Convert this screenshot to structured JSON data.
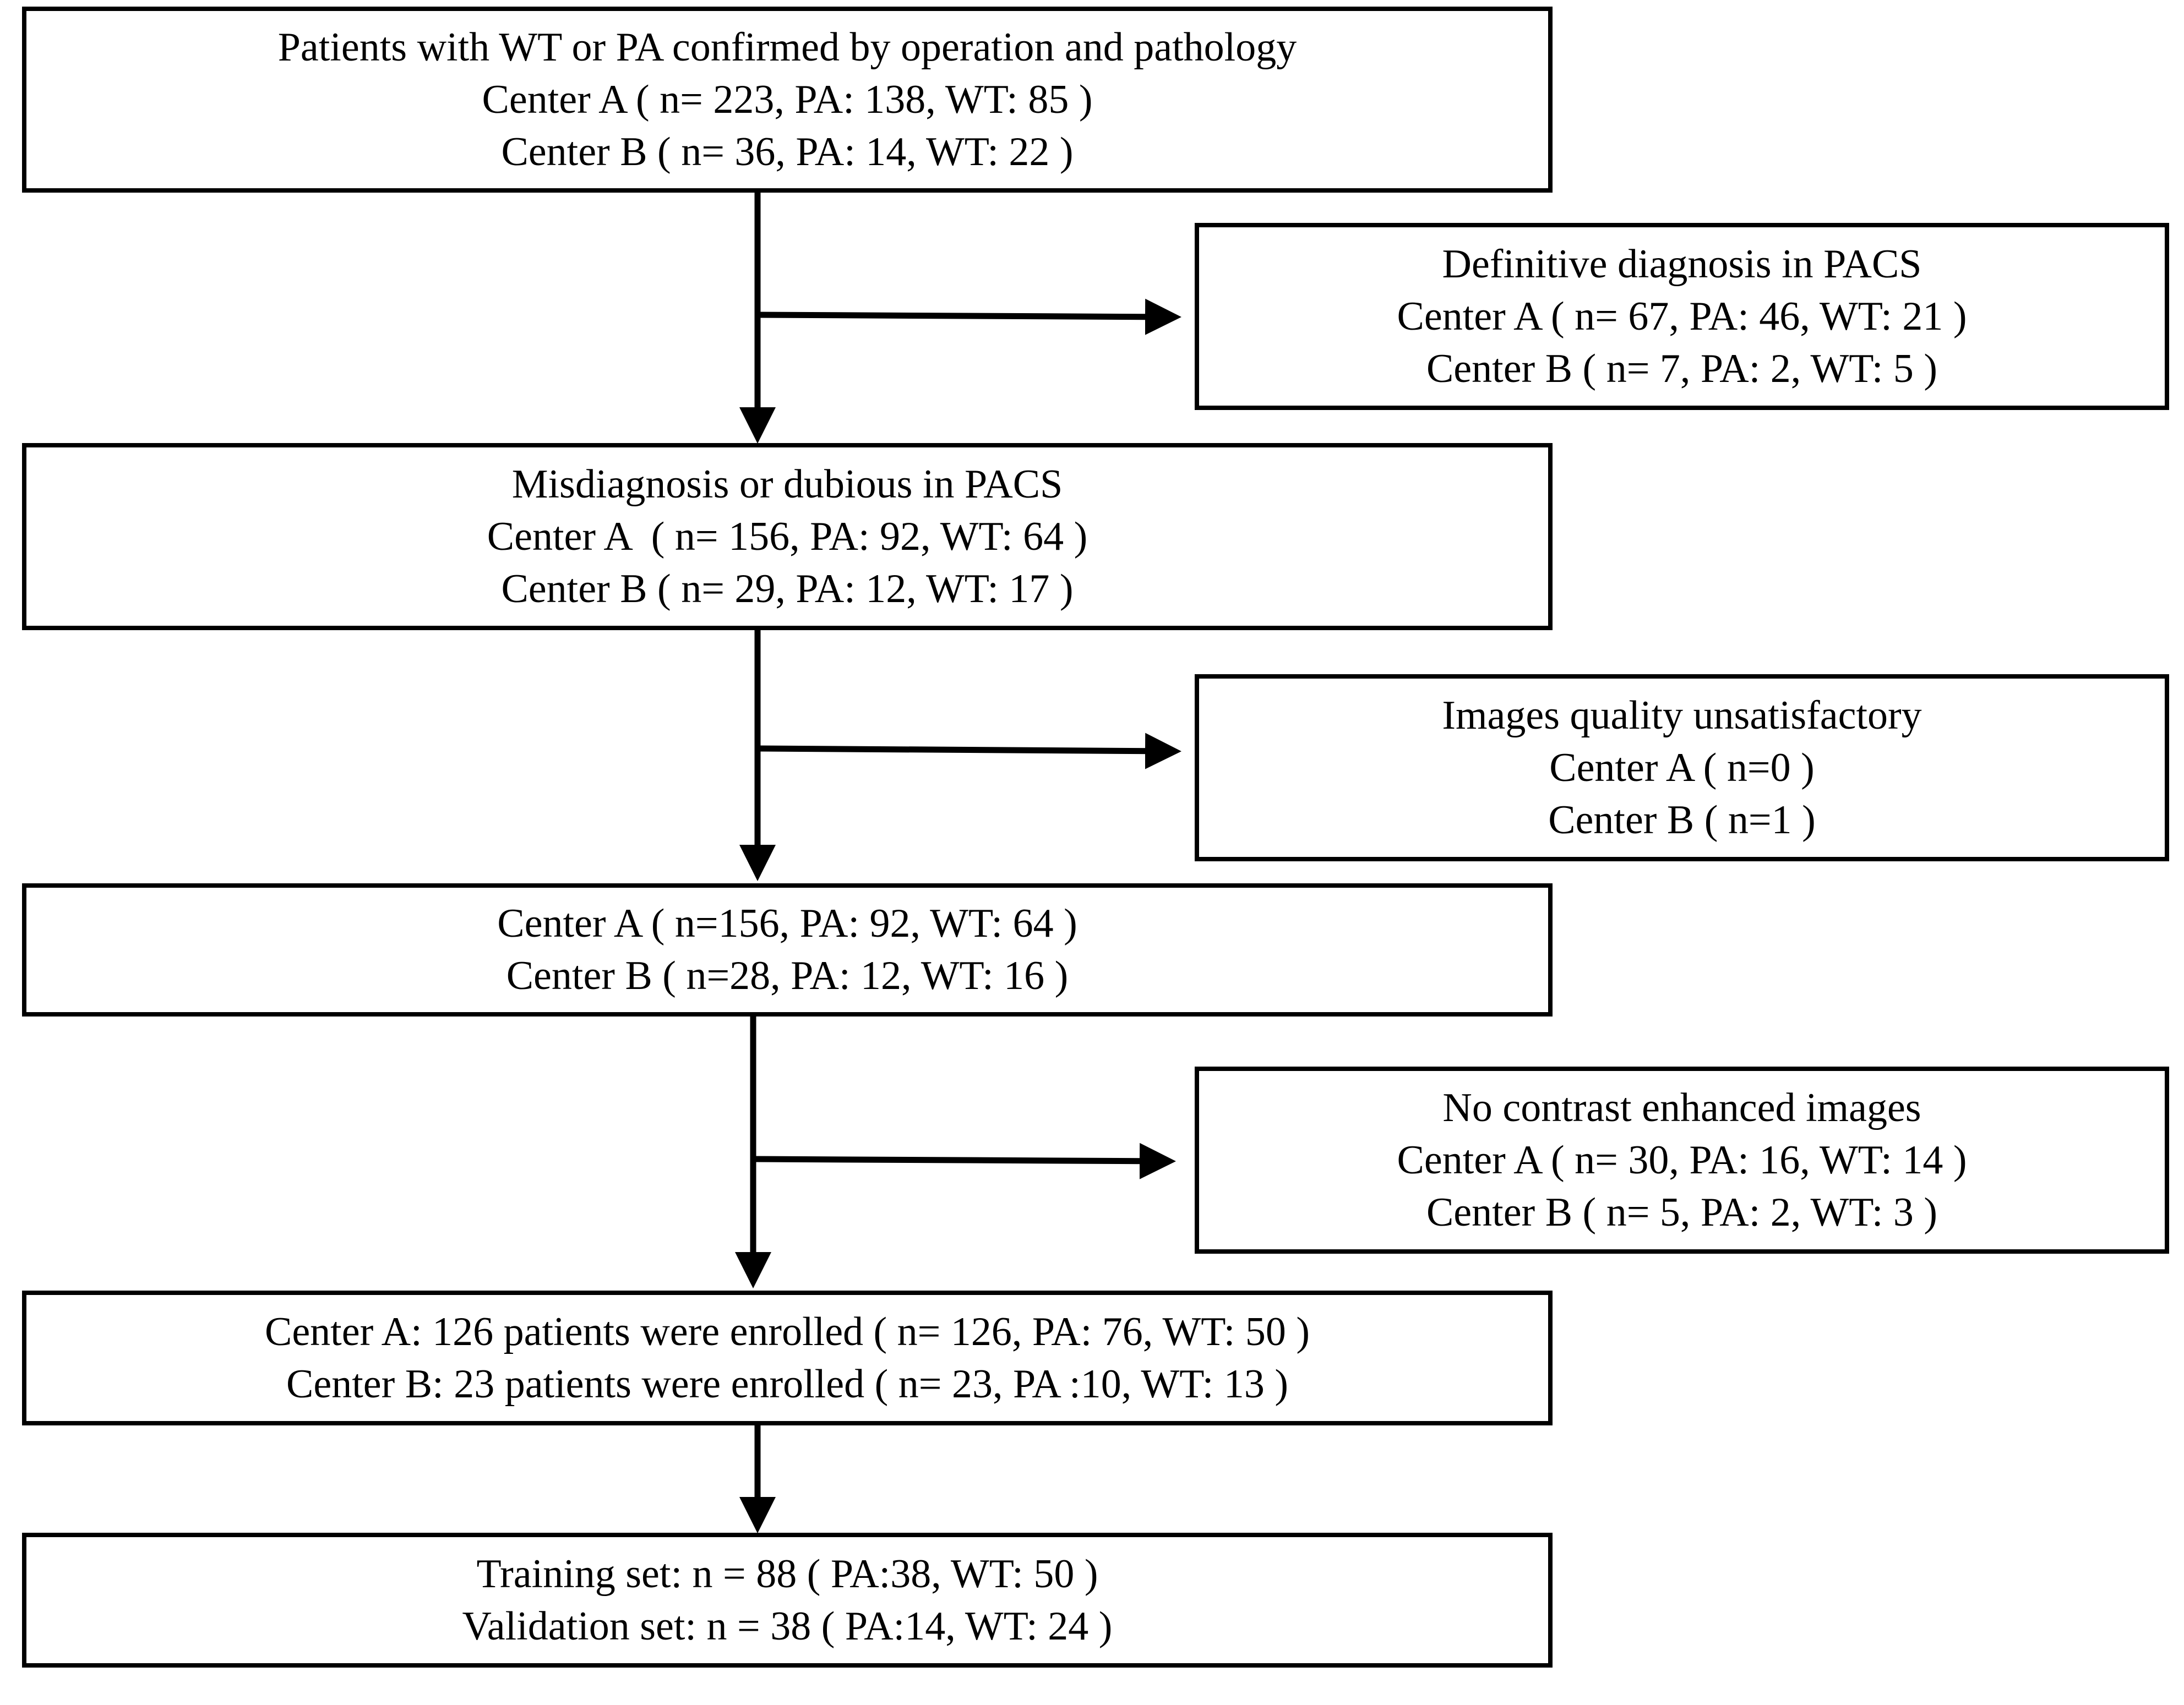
{
  "boxes": [
    {
      "id": "box-1",
      "lines": [
        "Patients with WT or PA confirmed by operation and pathology",
        "Center A ( n= 223, PA: 138, WT: 85 )",
        "Center B ( n= 36, PA: 14, WT: 22 )"
      ]
    },
    {
      "id": "side-box-1",
      "lines": [
        "Definitive diagnosis in PACS",
        "Center A ( n= 67, PA: 46, WT: 21 )",
        "Center B ( n= 7, PA: 2, WT: 5 )"
      ]
    },
    {
      "id": "box-2",
      "lines": [
        "Misdiagnosis or dubious in PACS",
        "Center A  ( n= 156, PA: 92, WT: 64 )",
        "Center B ( n= 29, PA: 12, WT: 17 )"
      ]
    },
    {
      "id": "side-box-2",
      "lines": [
        "Images quality unsatisfactory",
        "Center A ( n=0 )",
        "Center B ( n=1 )"
      ]
    },
    {
      "id": "box-3",
      "lines": [
        "Center A ( n=156, PA: 92, WT: 64 )",
        "Center B ( n=28, PA: 12, WT: 16 )"
      ]
    },
    {
      "id": "side-box-3",
      "lines": [
        "No contrast enhanced images",
        "Center A ( n= 30, PA: 16, WT: 14 )",
        "Center B ( n= 5, PA: 2, WT: 3 )"
      ]
    },
    {
      "id": "box-4",
      "lines": [
        "Center A: 126 patients were enrolled ( n= 126, PA: 76, WT: 50 )",
        "Center B: 23 patients were enrolled ( n= 23, PA :10, WT: 13 )"
      ]
    },
    {
      "id": "box-5",
      "lines": [
        "Training set: n = 88 ( PA:38, WT: 50 )",
        "Validation set: n = 38 ( PA:14, WT: 24 )"
      ]
    }
  ]
}
